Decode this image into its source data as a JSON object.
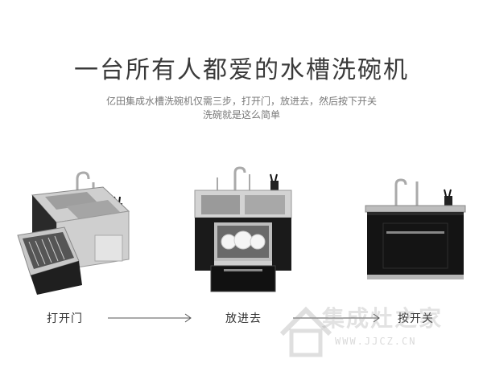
{
  "heading": {
    "title": "一台所有人都爱的水槽洗碗机",
    "subtitle_line1": "亿田集成水槽洗碗机仅需三步，打开门，放进去，然后按下开关",
    "subtitle_line2": "洗碗就是这么简单"
  },
  "steps": [
    {
      "label": "打开门",
      "icon": "open-door-dishwasher-image"
    },
    {
      "label": "放进去",
      "icon": "loaded-dishwasher-image"
    },
    {
      "label": "按开关",
      "icon": "closed-dishwasher-image"
    }
  ],
  "watermark": {
    "text": "集成灶之家",
    "url": "WWW.JJCZ.CN",
    "icon": "house-logo-icon"
  },
  "colors": {
    "cabinet": "#1a1a1a",
    "steel": "#b9b9b9",
    "text": "#3a3a3a",
    "arrow": "#555555"
  }
}
